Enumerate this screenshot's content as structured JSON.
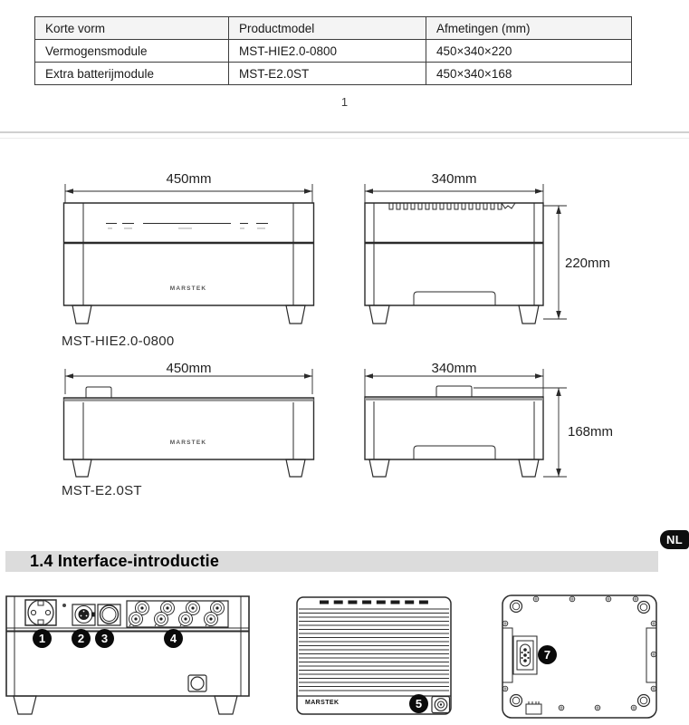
{
  "page": {
    "number": "1",
    "language_badge": "NL",
    "brand": "MARSTEK"
  },
  "spec_table": {
    "headers": [
      "Korte vorm",
      "Productmodel",
      "Afmetingen (mm)"
    ],
    "rows": [
      [
        "Vermogensmodule",
        "MST-HIE2.0-0800",
        "450×340×220"
      ],
      [
        "Extra batterijmodule",
        "MST-E2.0ST",
        "450×340×168"
      ]
    ]
  },
  "drawings": {
    "device1": {
      "label": "MST-HIE2.0-0800",
      "front_width": "450mm",
      "side_depth": "340mm",
      "side_height": "220mm"
    },
    "device2": {
      "label": "MST-E2.0ST",
      "front_width": "450mm",
      "side_depth": "340mm",
      "side_height": "168mm"
    }
  },
  "section_heading": "1.4 Interface-introductie",
  "interface_callouts": [
    "1",
    "2",
    "3",
    "4",
    "5",
    "7"
  ],
  "colors": {
    "line": "#2b2b2b",
    "heading_bg": "#dcdcdc",
    "badge_bg": "#0d0d0d",
    "table_border": "#3d3d3d"
  }
}
